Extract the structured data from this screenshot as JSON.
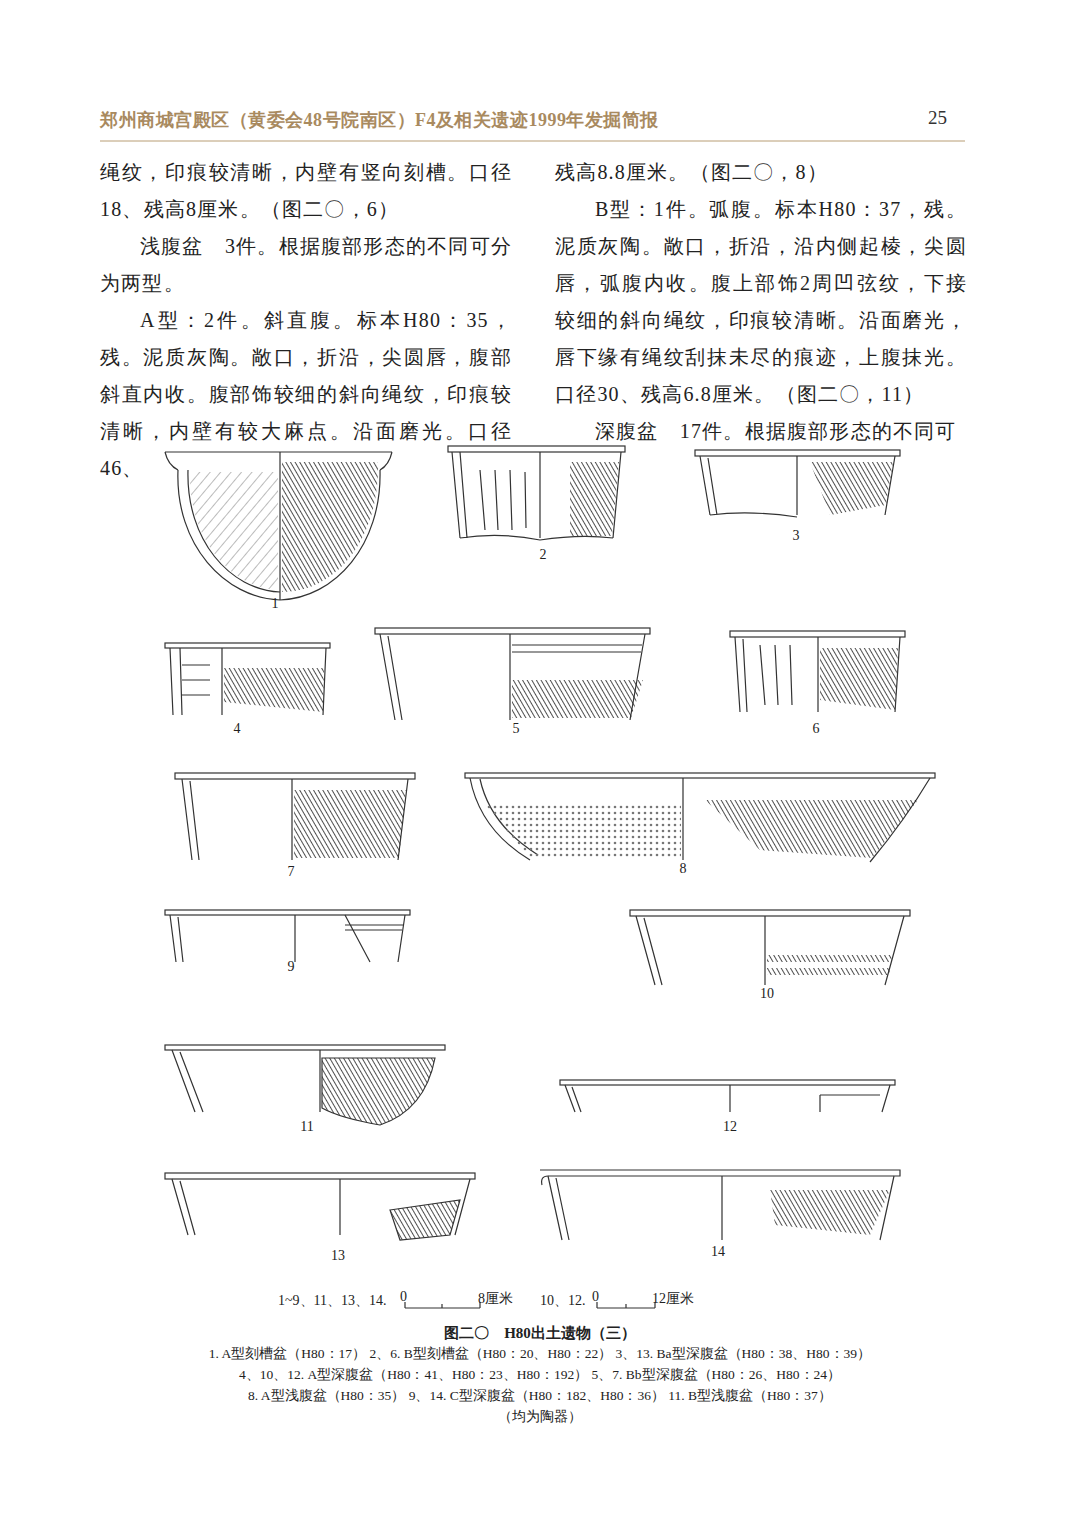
{
  "diagram": {
    "title": "郑州商城宫殿区（黄委会48号院南区）F4及相关遗迹1999年发掘简报",
    "caption": "图二〇　H80出土遗物（三）",
    "labels": [
      "25",
      "绳纹，印痕较清晰，内壁有竖向刻槽。口径18、残高8厘米。（图二〇，6）",
      "浅腹盆　3件。根据腹部形态的不同可分为两型。",
      "A型：2件。斜直腹。标本H80：35，残。泥质灰陶。敞口，折沿，尖圆唇，腹部斜直内收。腹部饰较细的斜向绳纹，印痕较清晰，内壁有较大麻点。沿面磨光。口径46、",
      "残高8.8厘米。（图二〇，8）",
      "B型：1件。弧腹。标本H80：37，残。泥质灰陶。敞口，折沿，沿内侧起棱，尖圆唇，弧腹内收。腹上部饰2周凹弦纹，下接较细的斜向绳纹，印痕较清晰。沿面磨光，唇下缘有绳纹刮抹未尽的痕迹，上腹抹光。口径30、残高6.8厘米。（图二〇，11）",
      "深腹盆　17件。根据腹部形态的不同可",
      "1",
      "2",
      "3",
      "4",
      "5",
      "6",
      "7",
      "8",
      "9",
      "10",
      "11",
      "12",
      "13",
      "14",
      "1~9、11、13、14.",
      "0",
      "8厘米",
      "10、12.",
      "0",
      "12厘米",
      "1. A型刻槽盆（H80：17）  2、6. B型刻槽盆（H80：20、H80：22）  3、13. Ba型深腹盆（H80：38、H80：39）",
      "4、10、12. A型深腹盆（H80：41、H80：23、H80：192）  5、7. Bb型深腹盆（H80：26、H80：24）",
      "8. A型浅腹盆（H80：35）  9、14. C型深腹盆（H80：182、H80：36）  11. B型浅腹盆（H80：37）",
      "（均为陶器）"
    ]
  }
}
